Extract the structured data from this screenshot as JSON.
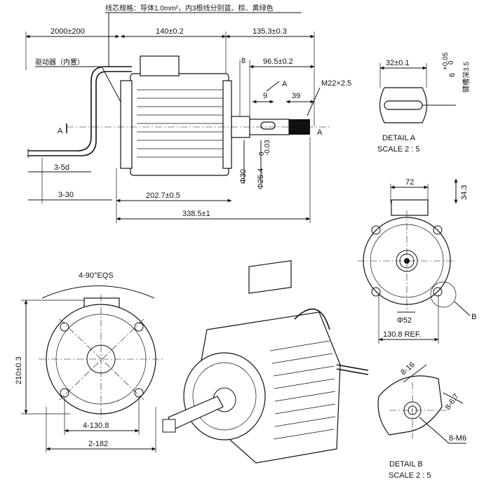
{
  "colors": {
    "line": "#111111",
    "background": "#ffffff"
  },
  "top_view": {
    "wire_spec_note": "线芯规格：导体1.0mm²，内3根线分别蓝、棕、黄绿色",
    "driver_note": "驱动器（内置）",
    "dim_lead_length": "2000±200",
    "dim_body_length": "140±0.2",
    "dim_shaft_total": "135.3±0.3",
    "dim_shoulder": "8",
    "dim_shaft_end": "96.5±0.2",
    "dim_key_offset": "9",
    "dim_thread_len": "39",
    "thread_note": "M22×2.5",
    "section_a": "A",
    "dim_strip": "3-5d",
    "dim_lead_strip": "3-30",
    "dim_dia_30": "Φ30",
    "dim_dia_25": "Φ25.4",
    "tol_dia_upper": "0",
    "tol_dia_lower": "-0.03",
    "dim_body_overall": "202.7±0.5",
    "dim_overall": "338.5±1"
  },
  "detail_a": {
    "dim_key_width": "32±0.1",
    "dim_key_slot": "6",
    "tol_key_upper": "+0.05",
    "tol_key_lower": "0",
    "key_depth_note": "键槽深3.5",
    "title": "DETAIL A",
    "scale": "SCALE 2 : 5"
  },
  "right_view": {
    "dim_box_width": "72",
    "dim_box_height": "34.3",
    "dim_hub": "Φ52",
    "dim_ref": "130.8 REF.",
    "callout_b": "B"
  },
  "front_view": {
    "dim_eqs": "4-90°EQS",
    "dim_height": "210±0.3",
    "dim_bolt": "4-130.8",
    "dim_width": "2-182"
  },
  "detail_b": {
    "dim_slot_len": "8-16",
    "dim_slot_w": "8-6.7",
    "dim_thread": "8-M6",
    "title": "DETAIL B",
    "scale": "SCALE 2 : 5"
  }
}
